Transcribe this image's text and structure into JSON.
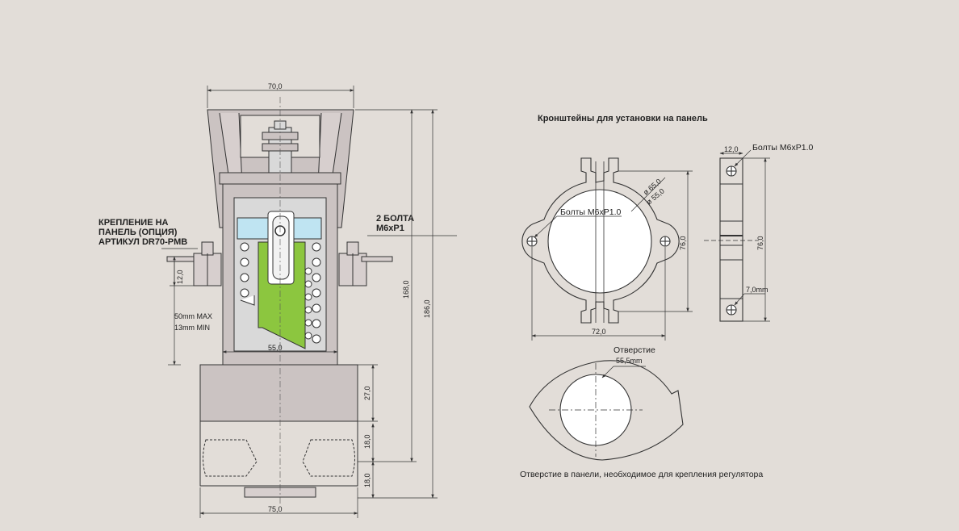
{
  "colors": {
    "background": "#e2ddd8",
    "body_fill": "#cbc3c2",
    "body_light": "#d7cfce",
    "line": "#333333",
    "spring_chamber": "#8cc63f",
    "cap_blue": "#bfe4f2"
  },
  "regulator": {
    "dim_top_width": "70,0",
    "dim_inner_width": "55,0",
    "dim_bottom_width": "75,0",
    "dim_block_height": "27,0",
    "dim_port_height_1": "18,0",
    "dim_port_height_2": "18,0",
    "dim_overall_height_1": "168,0",
    "dim_overall_height_2": "186,0",
    "dim_panel_thickness": "12,0",
    "panel_range_max": "50mm MAX",
    "panel_range_min": "13mm MIN",
    "mount_label_line1": "КРЕПЛЕНИЕ НА",
    "mount_label_line2": "ПАНЕЛЬ (ОПЦИЯ)",
    "mount_label_line3": "АРТИКУЛ DR70-PMB",
    "bolts_label_line1": "2 БОЛТА",
    "bolts_label_line2": "M6xP1"
  },
  "bracket": {
    "title": "Кронштейны для установки на панель",
    "bolts_label": "Болты M6xP1.0",
    "dia_outer": "ø 65,0",
    "dia_inner": "ø 55,0",
    "dim_width": "72,0",
    "dim_height": "76,0"
  },
  "side_view": {
    "bolts_label": "Болты M6xP1.0",
    "dim_width": "12,0",
    "dim_height": "76,0",
    "dim_hole": "7,0mm"
  },
  "panel_hole": {
    "label_line1": "Отверстие",
    "label_line2": "55,5mm",
    "caption": "Отверстие в панели, необходимое для крепления регулятора"
  }
}
